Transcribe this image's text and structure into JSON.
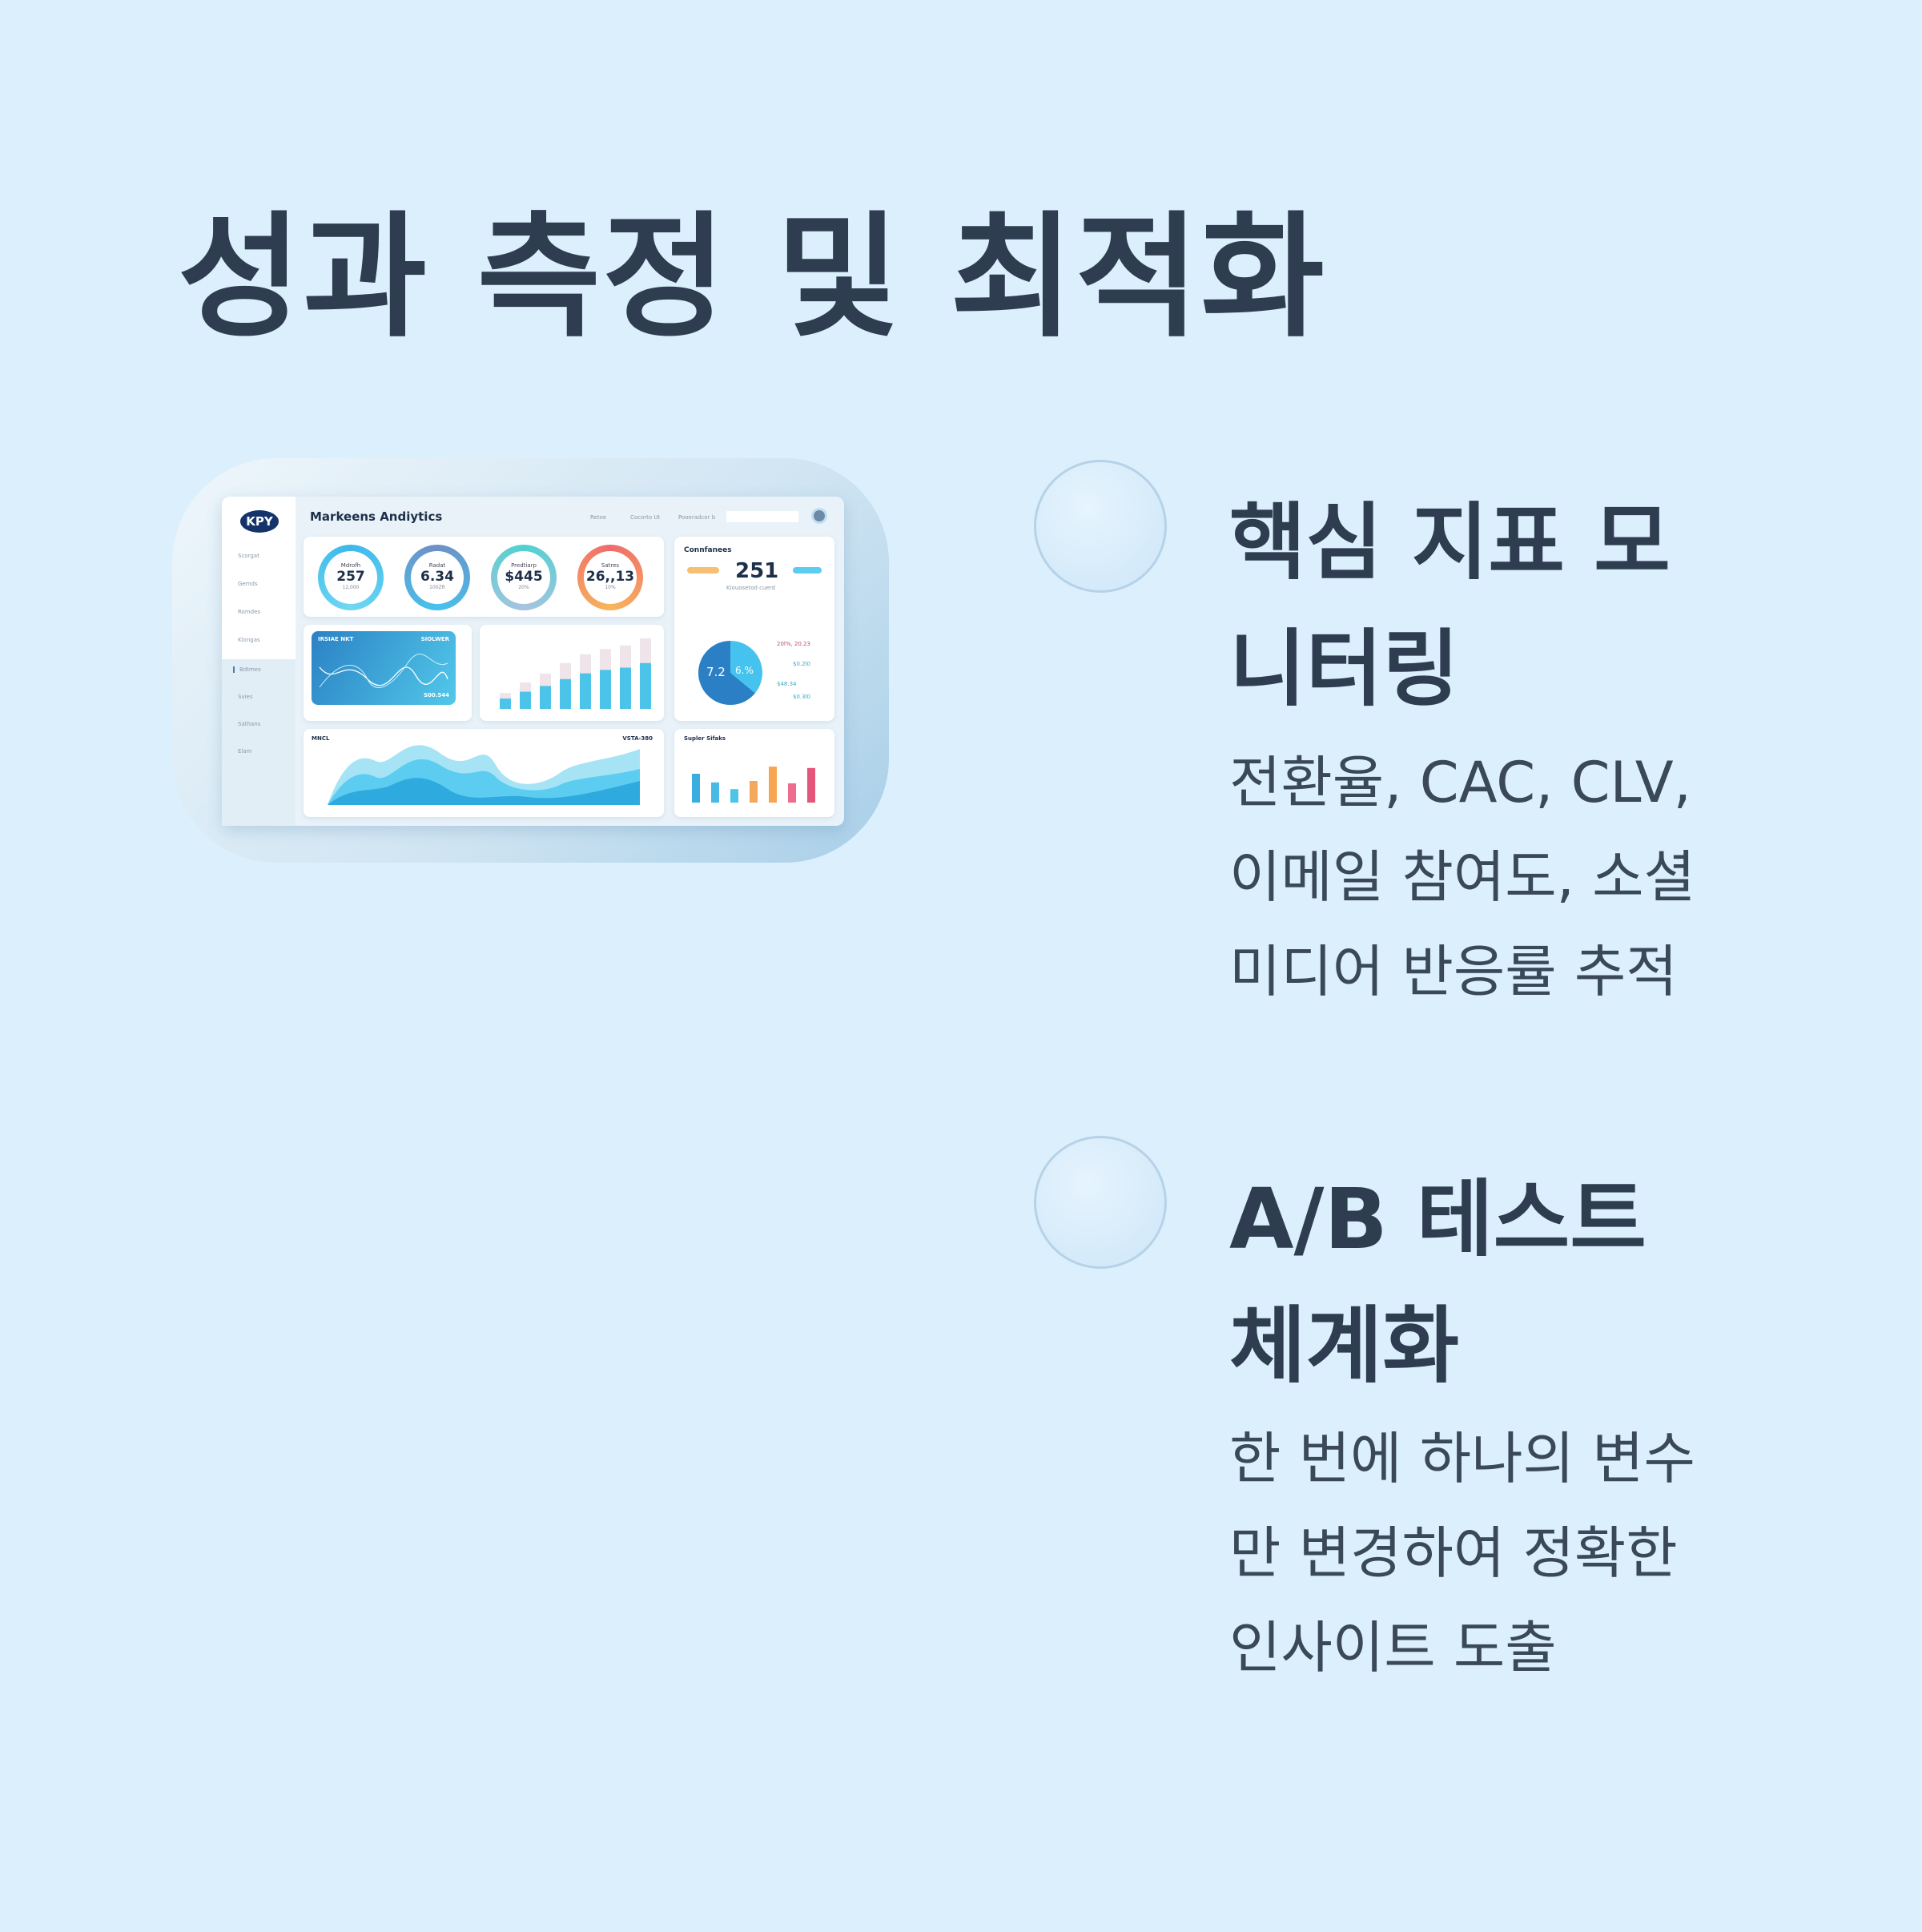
{
  "title": "성과 측정 및 최적화",
  "sections": [
    {
      "heading": "핵심 지표 모니터링",
      "body": "전환율, CAC, CLV, 이메일 참여도, 소셜 미디어 반응률 추적"
    },
    {
      "heading": "A/B 테스트 체계화",
      "body": "한 번에 하나의 변수만 변경하여 정확한 인사이트 도출"
    }
  ],
  "dashboard": {
    "logo": "KPY",
    "title": "Markeens Andiytics",
    "nav": [
      "Scorgat",
      "Gemds",
      "Romdes",
      "Klongas",
      "Bdtmes",
      "Svies",
      "Sathans",
      "Elam"
    ],
    "top_links": [
      "Retoe",
      "Cocorto Ut",
      "Pooeradcor b"
    ],
    "kpis": [
      {
        "label": "Mdrofh",
        "value": "257",
        "sub": "12,000",
        "colors": [
          "#3cb8ea",
          "#6fd8f2"
        ]
      },
      {
        "label": "Radat",
        "value": "6.34",
        "sub": "100ZR",
        "colors": [
          "#6f8fc4",
          "#45c3ee"
        ]
      },
      {
        "label": "Predtiarp",
        "value": "$445",
        "sub": "20%",
        "colors": [
          "#4fd1cf",
          "#a8c4e0"
        ]
      },
      {
        "label": "Satres",
        "value": "26,,13",
        "sub": "10%",
        "colors": [
          "#f06b6b",
          "#f7b65c"
        ]
      }
    ],
    "line_card": {
      "title": "IRSIAE NKT",
      "right": "SIOLWER",
      "value": "S00.544"
    },
    "bar_values": [
      18,
      30,
      40,
      52,
      62,
      68,
      72,
      80
    ],
    "area_card": {
      "title": "MNCL",
      "right": "VSTA-380"
    },
    "conf_card": {
      "title": "Connfanees",
      "value": "251",
      "sub": "Kiouosetod cuerd",
      "pie_left": "7.2",
      "pie_right": "6.%",
      "v1": "20l%, 20.23",
      "v2": "$0.2l0",
      "v3": "$48.34",
      "v4": "$0.3l0"
    },
    "stacks_card": {
      "title": "Supler Sifaks",
      "values": [
        60,
        42,
        28,
        45,
        75,
        40,
        72
      ],
      "colors": [
        "#3aaee0",
        "#49b9e6",
        "#4ec4ea",
        "#f5a85a",
        "#f7a552",
        "#ee6c8c",
        "#e5557a"
      ]
    },
    "colors": {
      "background": "#dbf0fc",
      "text": "#2e3e50",
      "accent": "#3cb8ea"
    }
  }
}
